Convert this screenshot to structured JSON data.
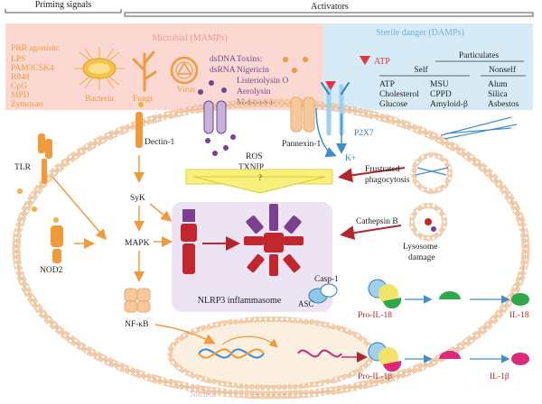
{
  "header": {
    "priming": "Priming signals",
    "activators": "Activators"
  },
  "microbial": {
    "title": "Microbial (MAMPs)",
    "prr_title": "PRR agonists:",
    "prr_list": [
      "LPS",
      "PAM3CSK4",
      "R848",
      "CpG",
      "MPD",
      "Zymosan"
    ],
    "bacteria": "Bacteria",
    "fungi": "Fungi",
    "virus": "Virus",
    "dsdna": "dsDNA",
    "dsrna": "dsRNA",
    "toxins_title": "Toxins:",
    "toxins": [
      "Nigericin",
      "Listeriolysin O",
      "Aerolysin",
      "Maitotoxin"
    ]
  },
  "sterile": {
    "title": "Sterile danger (DAMPs)",
    "atp_marker": "ATP",
    "particulates": "Particulates",
    "self": "Self",
    "nonself": "Nonself",
    "col1": [
      "ATP",
      "Cholesterol",
      "Glucose"
    ],
    "col2": [
      "MSU",
      "CPPD",
      "Amyloid-β"
    ],
    "col3": [
      "Alum",
      "Silica",
      "Asbestos"
    ]
  },
  "cell": {
    "tlr": "TLR",
    "dectin": "Dectin-1",
    "syk": "SyK",
    "mapk": "MAPK",
    "nod2": "NOD2",
    "nfkb": "NF-κB",
    "nucleus": "Nucleus",
    "pannexin": "Pannexin-1",
    "p2x7": "P2X7",
    "kplus": "K+",
    "ros": "ROS",
    "txnip": "TXNIP",
    "question": "?",
    "frustrated": "Frustrated",
    "phagocytosis": "phagocytosis",
    "cathepsin": "Cathepsin B",
    "lysosome": "Lysosome",
    "damage": "damage",
    "nlrp3": "NLRP3 inflammasome",
    "asc": "ASC",
    "casp1": "Casp-1",
    "pro_il18": "Pro-IL-18",
    "il18": "IL-18",
    "pro_il1b": "Pro-IL-1β",
    "il1b": "IL-1β"
  },
  "colors": {
    "microbial_bg": "#fbd9d2",
    "sterile_bg": "#d7ebf7",
    "orange": "#f29a3a",
    "red": "#c1272d",
    "purple": "#7b3f8f",
    "blue": "#3a8fd0",
    "membrane": "#f2c9a0"
  }
}
